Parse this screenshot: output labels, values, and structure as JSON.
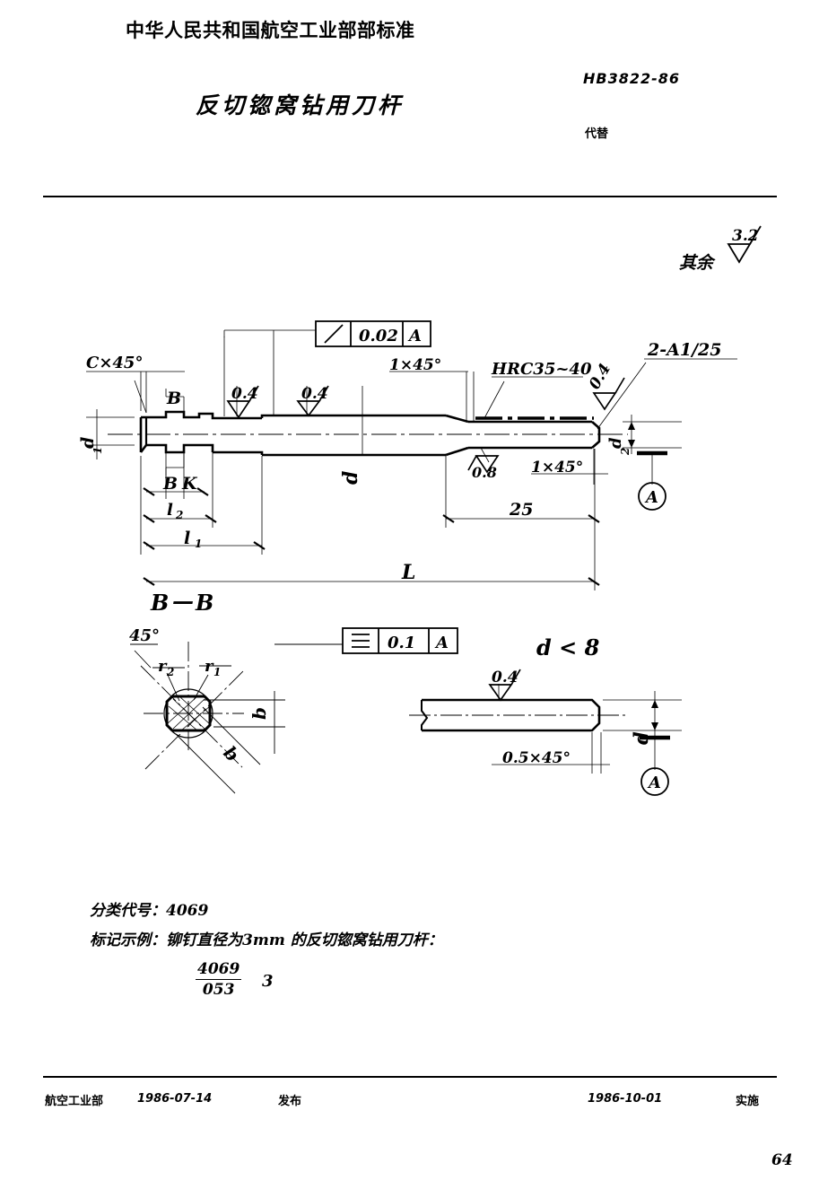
{
  "document": {
    "authority_line": "中华人民共和国航空工业部部标准",
    "title": "反切锪窝钻用刀杆",
    "standard_number": "HB3822-86",
    "replaces_label": "代替",
    "page_number": "64"
  },
  "general_roughness": {
    "label": "其余",
    "value": "3.2"
  },
  "main_view": {
    "chamfer_left": "C×45°",
    "dia_small_left": "d₁",
    "section_mark_top": "B",
    "section_mark_bottom": "B",
    "slot_width": "K",
    "len_l2": "l₂",
    "len_l1": "l₁",
    "len_L": "L",
    "len_25": "25",
    "dia_main": "d",
    "dia_right": "d₂",
    "rough_step1": "0.4",
    "rough_step2": "0.4",
    "rough_taper": "0.8",
    "rough_right": "0.4",
    "chamfer_mid": "1×45°",
    "chamfer_right": "1×45°",
    "hardness": "HRC35~40",
    "center_hole": "2-A1/25",
    "datum_letter": "A",
    "tolerance_runout": {
      "symbol": "circular-runout",
      "value": "0.02",
      "datum": "A"
    }
  },
  "section_bb": {
    "title": "B—B",
    "angle": "45°",
    "radius_2": "r₂",
    "radius_1": "r₁",
    "width_b_vert": "b",
    "width_b_diag": "b",
    "tolerance_symmetry": {
      "symbol": "symmetry",
      "value": "0.1",
      "datum": "A"
    }
  },
  "alt_view": {
    "condition": "d < 8",
    "rough": "0.4",
    "chamfer": "0.5×45°",
    "dia": "d",
    "datum_letter": "A"
  },
  "notes": {
    "classification": "分类代号：4069",
    "marking_example": "标记示例：铆钉直径为3mm 的反切锪窝钻用刀杆：",
    "code_numerator": "4069",
    "code_denominator": "053",
    "code_size": "3"
  },
  "footer": {
    "organization": "航空工业部",
    "issue_date": "1986-07-14",
    "issue_label": "发布",
    "effective_date": "1986-10-01",
    "effective_label": "实施"
  },
  "colors": {
    "ink": "#000000",
    "paper": "#ffffff"
  }
}
